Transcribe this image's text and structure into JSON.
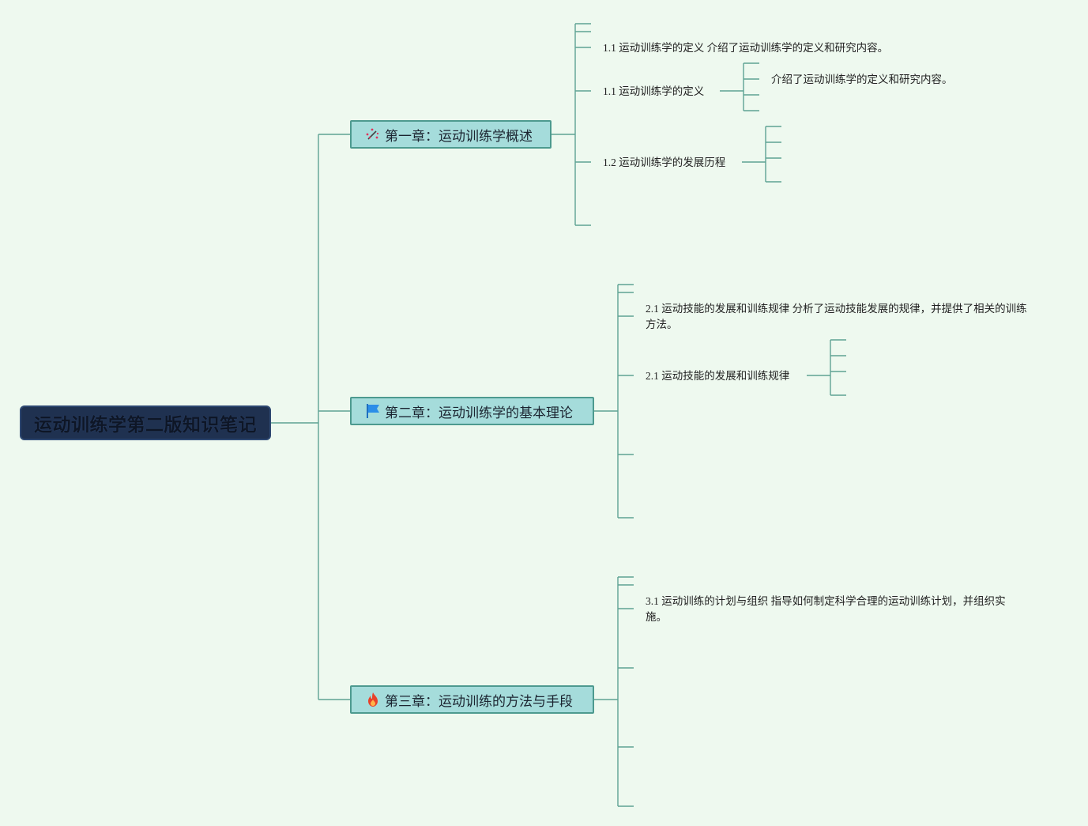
{
  "root": {
    "title": "运动训练学第二版知识笔记"
  },
  "chapters": [
    {
      "title": "第一章：运动训练学概述",
      "icon": "magic-wand-icon",
      "topics": [
        "1.1 运动训练学的定义 介绍了运动训练学的定义和研究内容。",
        "1.1 运动训练学的定义",
        "1.2 运动训练学的发展历程"
      ],
      "subtopics": [
        "介绍了运动训练学的定义和研究内容。"
      ]
    },
    {
      "title": "第二章：运动训练学的基本理论",
      "icon": "flag-icon",
      "topics": [
        "2.1 运动技能的发展和训练规律 分析了运动技能发展的规律，并提供了相关的训练方法。",
        "2.1 运动技能的发展和训练规律"
      ]
    },
    {
      "title": "第三章：运动训练的方法与手段",
      "icon": "fire-icon",
      "topics": [
        "3.1 运动训练的计划与组织 指导如何制定科学合理的运动训练计划，并组织实施。"
      ]
    }
  ],
  "colors": {
    "background": "#eef9ef",
    "root_fill": "#1f3150",
    "chapter_fill": "#a5dcdb",
    "chapter_border": "#4d9a8f",
    "line": "#5ea394"
  }
}
